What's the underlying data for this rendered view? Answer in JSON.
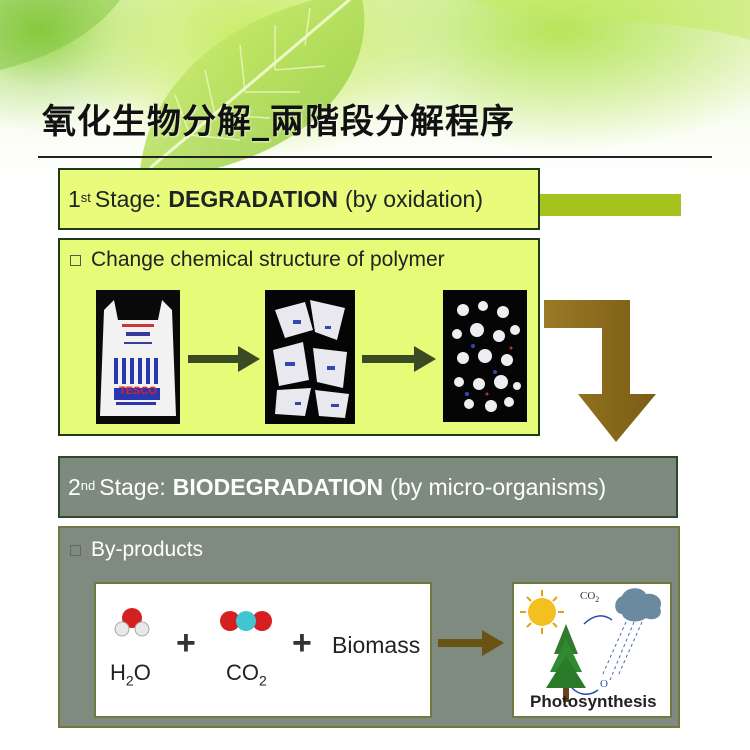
{
  "title": "氧化生物分解_兩階段分解程序",
  "stage1": {
    "ordinal_num": "1",
    "ordinal_suffix": "st",
    "prefix": "Stage:",
    "name": "DEGRADATION",
    "qualifier": "(by oxidation)",
    "bullet": "Change chemical structure of polymer"
  },
  "stage2": {
    "ordinal_num": "2",
    "ordinal_suffix": "nd",
    "prefix": "Stage:",
    "name": "BIODEGRADATION",
    "qualifier": "(by micro-organisms)",
    "bullet": "By-products"
  },
  "bag_text": "TESCO",
  "byproducts": {
    "water": {
      "base": "H",
      "sub": "2",
      "tail": "O"
    },
    "plus": "+",
    "co2": {
      "base": "CO",
      "sub": "2"
    },
    "biomass": "Biomass"
  },
  "photosynthesis": {
    "label": "Photosynthesis",
    "co2_base": "CO",
    "co2_sub": "2",
    "o_label": "O"
  },
  "colors": {
    "stage1_fill": "#e9fb7a",
    "stage2_fill": "#7d8a7e",
    "accent_olive": "#a6c21f",
    "arrow_brown": "#8a6a1c"
  }
}
